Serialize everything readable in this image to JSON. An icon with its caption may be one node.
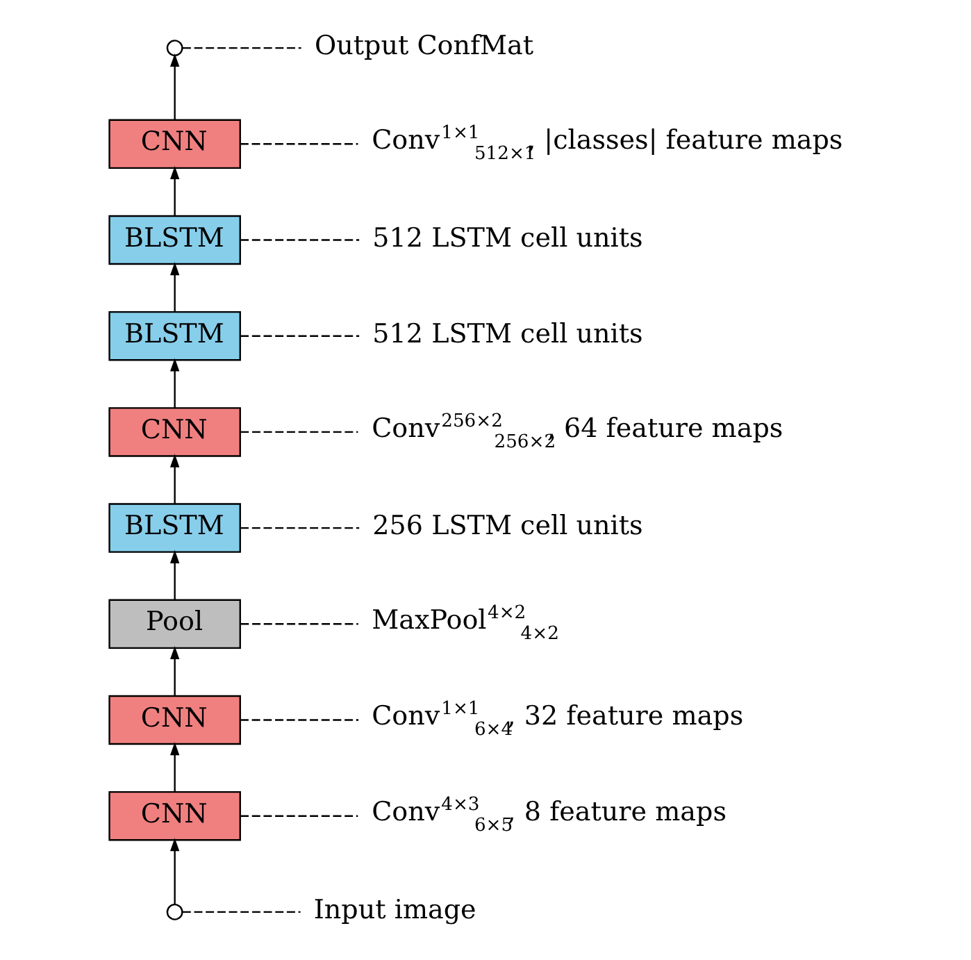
{
  "diagram": {
    "nodes": [
      {
        "text": [],
        "shape": "circle"
      },
      {
        "text": [
          "Output ConfMat"
        ]
      },
      {
        "text": [
          "CNN"
        ]
      },
      {
        "text": [
          "Conv$^{1×1}$$_{512×1}$, |classes| feature maps"
        ]
      },
      {
        "text": [
          "BLSTM"
        ]
      },
      {
        "text": [
          "512 LSTM cell units"
        ]
      },
      {
        "text": [
          "BLSTM"
        ]
      },
      {
        "text": [
          "512 LSTM cell units"
        ]
      },
      {
        "text": [
          "CNN"
        ]
      },
      {
        "text": [
          "Conv$^{256×2}$$_{256×2}$, 64 feature maps"
        ]
      },
      {
        "text": [
          "BLSTM"
        ]
      },
      {
        "text": [
          "256 LSTM cell units"
        ]
      },
      {
        "text": [
          "Pool"
        ]
      },
      {
        "text": [
          "MaxPool$^{4×2}$$_{4×2}$"
        ]
      },
      {
        "text": [
          "CNN"
        ]
      },
      {
        "text": [
          "Conv$^{1×1}$$_{6×4}$, 32 feature maps"
        ]
      },
      {
        "text": [
          "CNN"
        ]
      },
      {
        "text": [
          "Conv$^{4×3}$$_{6×5}$, 8 feature maps"
        ]
      },
      {
        "text": [],
        "shape": "circle"
      },
      {
        "text": [
          "Input image"
        ]
      }
    ],
    "edges": [
      {
        "from": 18,
        "to": 16,
        "arrow": "to"
      },
      {
        "from": 16,
        "to": 14,
        "arrow": "to"
      },
      {
        "from": 14,
        "to": 12,
        "arrow": "to"
      },
      {
        "from": 12,
        "to": 10,
        "arrow": "to"
      },
      {
        "from": 10,
        "to": 8,
        "arrow": "to"
      },
      {
        "from": 8,
        "to": 6,
        "arrow": "to"
      },
      {
        "from": 6,
        "to": 4,
        "arrow": "to"
      },
      {
        "from": 4,
        "to": 2,
        "arrow": "to"
      },
      {
        "from": 2,
        "to": 0,
        "arrow": "to"
      },
      {
        "from": 0,
        "to": 1,
        "arrow": "none",
        "style": "dashed"
      },
      {
        "from": 2,
        "to": 3,
        "arrow": "none",
        "style": "dashed"
      },
      {
        "from": 4,
        "to": 5,
        "arrow": "none",
        "style": "dashed"
      },
      {
        "from": 6,
        "to": 7,
        "arrow": "none",
        "style": "dashed"
      },
      {
        "from": 8,
        "to": 9,
        "arrow": "none",
        "style": "dashed"
      },
      {
        "from": 10,
        "to": 11,
        "arrow": "none",
        "style": "dashed"
      },
      {
        "from": 12,
        "to": 13,
        "arrow": "none",
        "style": "dashed"
      },
      {
        "from": 14,
        "to": 15,
        "arrow": "none",
        "style": "dashed"
      },
      {
        "from": 16,
        "to": 17,
        "arrow": "none",
        "style": "dashed"
      },
      {
        "from": 18,
        "to": 19,
        "arrow": "none",
        "style": "dashed"
      }
    ]
  }
}
